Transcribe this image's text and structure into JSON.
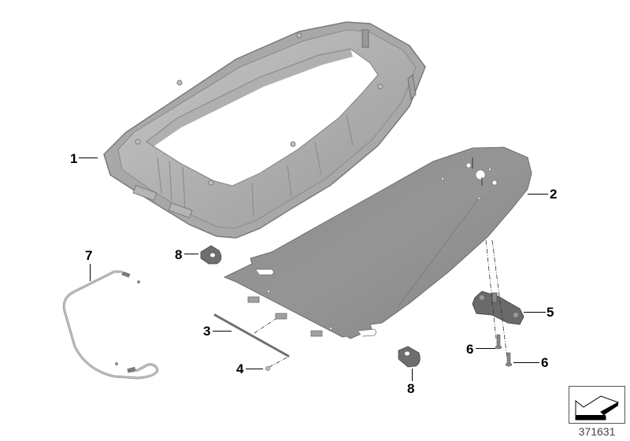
{
  "diagram": {
    "type": "exploded-parts-diagram",
    "colors": {
      "frame": "#b4b4b4",
      "frame_shadow": "#8c8c8c",
      "panel": "#8e8e8e",
      "panel_dark": "#7a7a7a",
      "hardware": "#6e6e6e",
      "callout": "#000000"
    },
    "callouts": [
      {
        "id": "1",
        "label": "1",
        "part": "frame"
      },
      {
        "id": "2",
        "label": "2",
        "part": "base-plate"
      },
      {
        "id": "3",
        "label": "3",
        "part": "rod"
      },
      {
        "id": "4",
        "label": "4",
        "part": "clip"
      },
      {
        "id": "5",
        "label": "5",
        "part": "hinge-bracket"
      },
      {
        "id": "6a",
        "label": "6",
        "part": "screw"
      },
      {
        "id": "6b",
        "label": "6",
        "part": "screw"
      },
      {
        "id": "7",
        "label": "7",
        "part": "cable"
      },
      {
        "id": "8a",
        "label": "8",
        "part": "washer-tab"
      },
      {
        "id": "8b",
        "label": "8",
        "part": "washer-tab"
      }
    ],
    "reference": {
      "icon": "direction-arrow-icon",
      "number": "371631"
    }
  }
}
